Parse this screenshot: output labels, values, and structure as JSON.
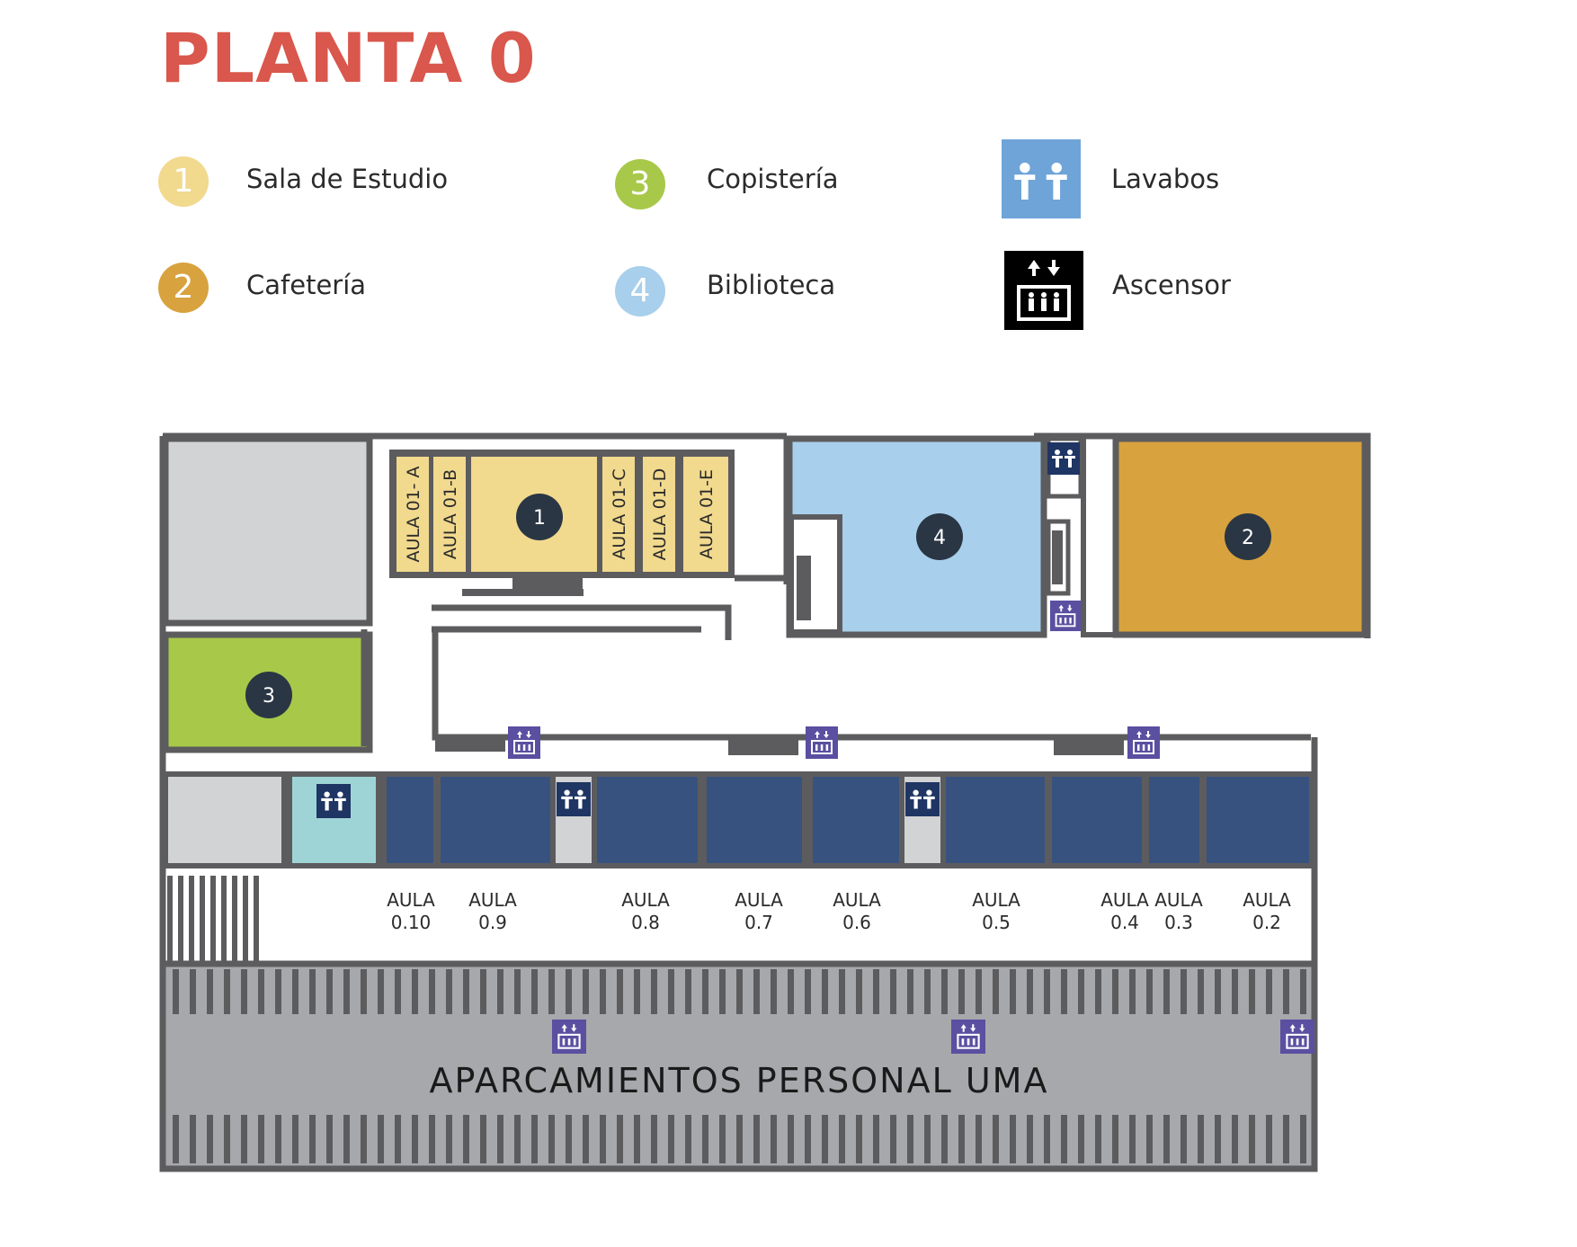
{
  "title": "PLANTA 0",
  "legend": {
    "sala_estudio": {
      "num": "1",
      "label": "Sala de Estudio"
    },
    "cafeteria": {
      "num": "2",
      "label": "Cafetería"
    },
    "copisteria": {
      "num": "3",
      "label": "Copistería"
    },
    "biblioteca": {
      "num": "4",
      "label": "Biblioteca"
    },
    "lavabos": {
      "label": "Lavabos"
    },
    "ascensor": {
      "label": "Ascensor"
    }
  },
  "colors": {
    "title": "#d9574c",
    "sala_estudio": "#f1d98e",
    "cafeteria": "#d8a23e",
    "copisteria": "#a8c84a",
    "biblioteca": "#a8cfeb",
    "lavabos": "#6ea4d8",
    "aula": "#37527f",
    "wall": "#5c5c5e",
    "grey_room": "#d2d3d5",
    "teal_room": "#9fd4d6",
    "parking": "#a7a8ab",
    "marker": "#2a3644",
    "elevator_icon": "#5a4fa0",
    "wc_icon": "#1f3563"
  },
  "plan": {
    "markers": {
      "m1": "1",
      "m2": "2",
      "m3": "3",
      "m4": "4"
    },
    "aulas_01": {
      "a": "AULA 01- A",
      "b": "AULA 01-B",
      "c": "AULA 01-C",
      "d": "AULA 01-D",
      "e": "AULA 01-E"
    },
    "aulas_0": {
      "a010": {
        "line1": "AULA",
        "line2": "0.10"
      },
      "a09": {
        "line1": "AULA",
        "line2": "0.9"
      },
      "a08": {
        "line1": "AULA",
        "line2": "0.8"
      },
      "a07": {
        "line1": "AULA",
        "line2": "0.7"
      },
      "a06": {
        "line1": "AULA",
        "line2": "0.6"
      },
      "a05": {
        "line1": "AULA",
        "line2": "0.5"
      },
      "a04": {
        "line1": "AULA",
        "line2": "0.4"
      },
      "a03": {
        "line1": "AULA",
        "line2": "0.3"
      },
      "a02": {
        "line1": "AULA",
        "line2": "0.2"
      }
    },
    "parking_label": "APARCAMIENTOS PERSONAL UMA"
  }
}
